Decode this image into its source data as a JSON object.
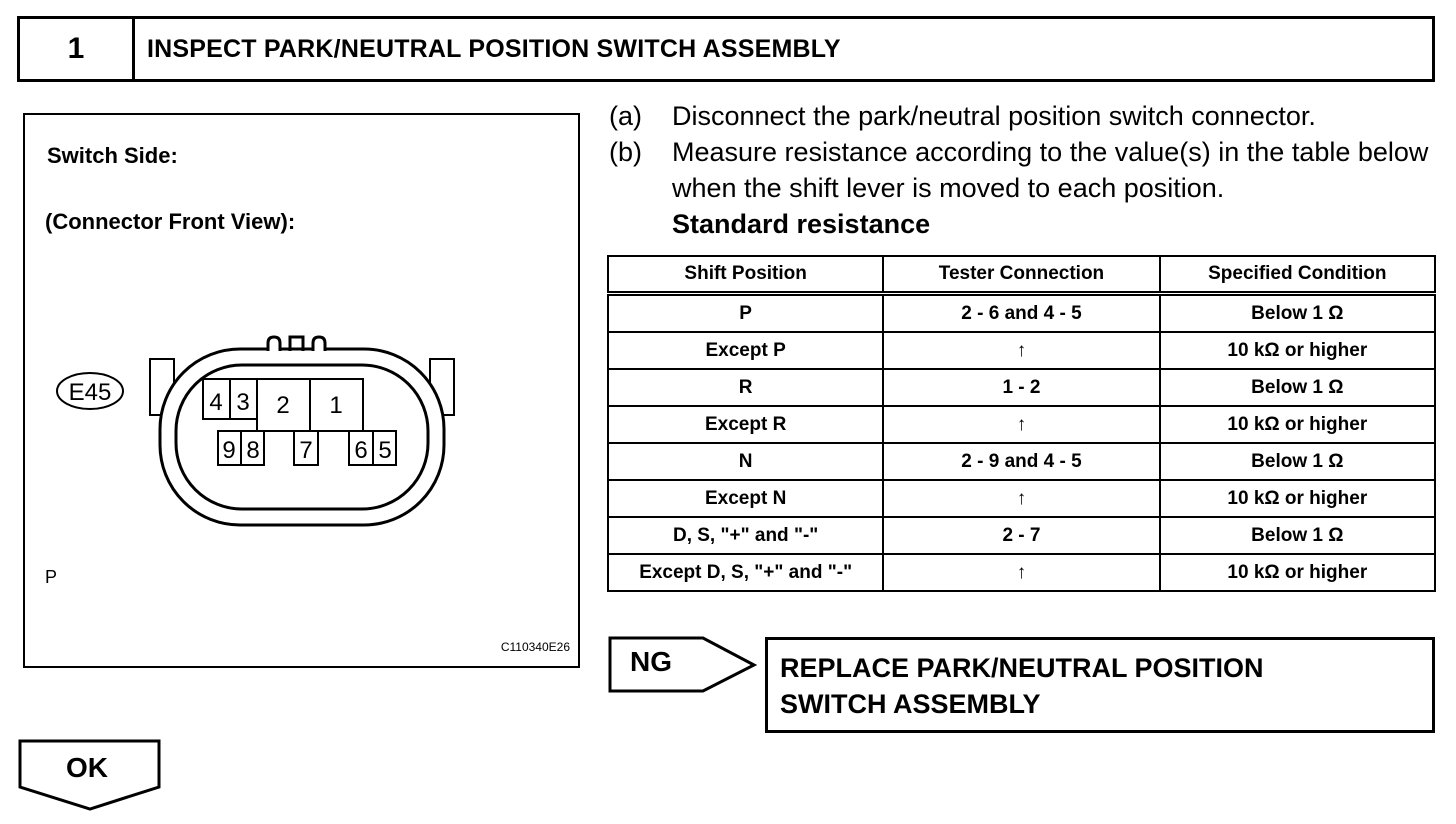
{
  "header": {
    "step_number": "1",
    "title": "INSPECT PARK/NEUTRAL POSITION SWITCH ASSEMBLY"
  },
  "figure": {
    "label_switch_side": "Switch Side:",
    "label_view": "(Connector Front View):",
    "connector_id": "E45",
    "pins_top": [
      "4",
      "3",
      "2",
      "1"
    ],
    "pins_bottom": [
      "9",
      "8",
      "7",
      "6",
      "5"
    ],
    "corner_mark": "P",
    "figure_code": "C110340E26"
  },
  "instructions": [
    {
      "letter": "(a)",
      "text": "Disconnect the park/neutral position switch connector."
    },
    {
      "letter": "(b)",
      "text": "Measure resistance according to the value(s) in the table below when the shift lever is moved to each position."
    }
  ],
  "standard_label": "Standard resistance",
  "table": {
    "headers": [
      "Shift Position",
      "Tester Connection",
      "Specified Condition"
    ],
    "rows": [
      [
        "P",
        "2 - 6 and 4 - 5",
        "Below 1 Ω"
      ],
      [
        "Except P",
        "↑",
        "10 kΩ or higher"
      ],
      [
        "R",
        "1 - 2",
        "Below 1 Ω"
      ],
      [
        "Except R",
        "↑",
        "10 kΩ or higher"
      ],
      [
        "N",
        "2 - 9 and 4 - 5",
        "Below 1 Ω"
      ],
      [
        "Except N",
        "↑",
        "10 kΩ or higher"
      ],
      [
        "D, S, \"+\" and \"-\"",
        "2 - 7",
        "Below 1 Ω"
      ],
      [
        "Except D, S, \"+\" and \"-\"",
        "↑",
        "10 kΩ or higher"
      ]
    ]
  },
  "ng": {
    "label": "NG",
    "action_line1": "REPLACE PARK/NEUTRAL POSITION",
    "action_line2": "SWITCH ASSEMBLY"
  },
  "ok": {
    "label": "OK"
  }
}
